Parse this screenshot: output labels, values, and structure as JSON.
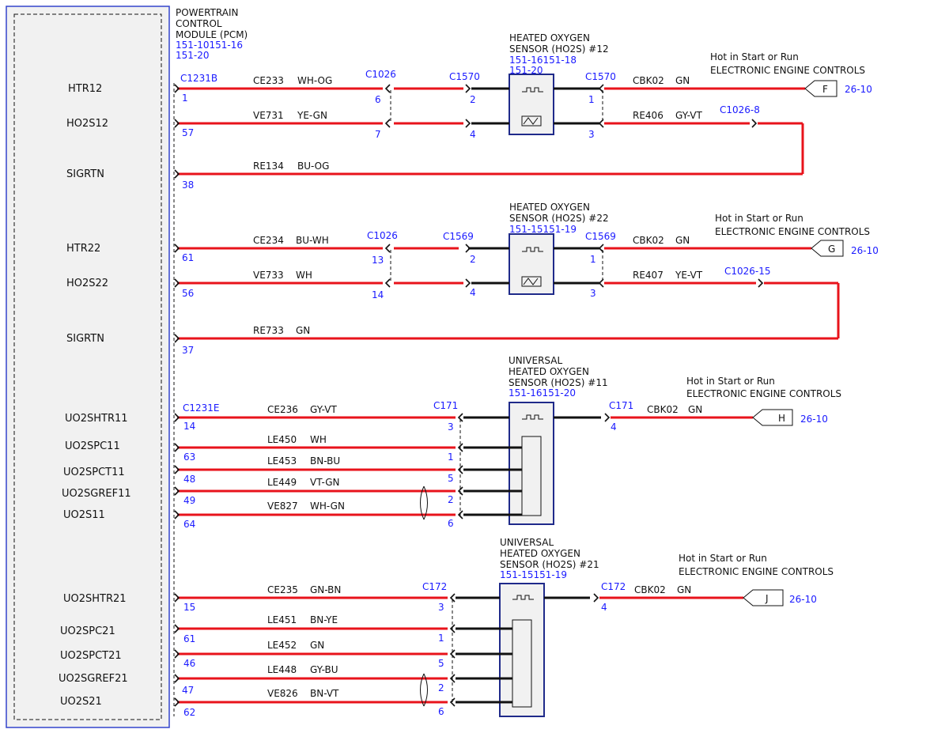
{
  "pcm": {
    "title_lines": [
      "POWERTRAIN",
      "CONTROL",
      "MODULE (PCM)"
    ],
    "refs": [
      "151-10151-16",
      "151-20"
    ]
  },
  "sections": [
    {
      "sensor": {
        "title": [
          "HEATED OXYGEN",
          "SENSOR (HO2S) #12"
        ],
        "refs": [
          "151-16151-18",
          "151-20"
        ]
      },
      "pcm_conn": "C1231B",
      "mid_conn": "C1026",
      "s_conn_l": "C1570",
      "s_conn_r": "C1570",
      "power": {
        "lines": [
          "Hot in Start or Run",
          "ELECTRONIC ENGINE CONTROLS"
        ],
        "circuit": "CBK02",
        "color": "GN",
        "pin": "1",
        "flag": "F",
        "page": "26-10"
      },
      "ret": {
        "label": "C1026-8",
        "circuit": "RE406",
        "color": "GY-VT",
        "pin": "3"
      },
      "rows": [
        {
          "signal": "HTR12",
          "pin": "1",
          "circuit": "CE233",
          "color": "WH-OG",
          "mid_pin": "6",
          "s_pin": "2"
        },
        {
          "signal": "HO2S12",
          "pin": "57",
          "circuit": "VE731",
          "color": "YE-GN",
          "mid_pin": "7",
          "s_pin": "4"
        },
        {
          "signal": "SIGRTN",
          "pin": "38",
          "circuit": "RE134",
          "color": "BU-OG"
        }
      ]
    },
    {
      "sensor": {
        "title": [
          "HEATED OXYGEN",
          "SENSOR (HO2S) #22"
        ],
        "refs": [
          "151-15151-19"
        ]
      },
      "mid_conn": "C1026",
      "s_conn_l": "C1569",
      "s_conn_r": "C1569",
      "power": {
        "lines": [
          "Hot in Start or Run",
          "ELECTRONIC ENGINE CONTROLS"
        ],
        "circuit": "CBK02",
        "color": "GN",
        "pin": "1",
        "flag": "G",
        "page": "26-10"
      },
      "ret": {
        "label": "C1026-15",
        "circuit": "RE407",
        "color": "YE-VT",
        "pin": "3"
      },
      "rows": [
        {
          "signal": "HTR22",
          "pin": "61",
          "circuit": "CE234",
          "color": "BU-WH",
          "mid_pin": "13",
          "s_pin": "2"
        },
        {
          "signal": "HO2S22",
          "pin": "56",
          "circuit": "VE733",
          "color": "WH",
          "mid_pin": "14",
          "s_pin": "4"
        },
        {
          "signal": "SIGRTN",
          "pin": "37",
          "circuit": "RE733",
          "color": "GN"
        }
      ]
    },
    {
      "sensor": {
        "title": [
          "UNIVERSAL",
          "HEATED OXYGEN",
          "SENSOR (HO2S) #11"
        ],
        "refs": [
          "151-16151-20"
        ]
      },
      "pcm_conn": "C1231E",
      "s_conn": "C171",
      "out_conn": "C171",
      "power": {
        "lines": [
          "Hot in Start or Run",
          "ELECTRONIC ENGINE CONTROLS"
        ],
        "circuit": "CBK02",
        "color": "GN",
        "pin": "4",
        "flag": "H",
        "page": "26-10"
      },
      "rows": [
        {
          "signal": "UO2SHTR11",
          "pin": "14",
          "circuit": "CE236",
          "color": "GY-VT",
          "s_pin": "3"
        },
        {
          "signal": "UO2SPC11",
          "pin": "63",
          "circuit": "LE450",
          "color": "WH",
          "s_pin": "1"
        },
        {
          "signal": "UO2SPCT11",
          "pin": "48",
          "circuit": "LE453",
          "color": "BN-BU",
          "s_pin": "5"
        },
        {
          "signal": "UO2SGREF11",
          "pin": "49",
          "circuit": "LE449",
          "color": "VT-GN",
          "s_pin": "2"
        },
        {
          "signal": "UO2S11",
          "pin": "64",
          "circuit": "VE827",
          "color": "WH-GN",
          "s_pin": "6"
        }
      ]
    },
    {
      "sensor": {
        "title": [
          "UNIVERSAL",
          "HEATED OXYGEN",
          "SENSOR (HO2S) #21"
        ],
        "refs": [
          "151-15151-19"
        ]
      },
      "s_conn": "C172",
      "out_conn": "C172",
      "power": {
        "lines": [
          "Hot in Start or Run",
          "ELECTRONIC ENGINE CONTROLS"
        ],
        "circuit": "CBK02",
        "color": "GN",
        "pin": "4",
        "flag": "J",
        "page": "26-10"
      },
      "rows": [
        {
          "signal": "UO2SHTR21",
          "pin": "15",
          "circuit": "CE235",
          "color": "GN-BN",
          "s_pin": "3"
        },
        {
          "signal": "UO2SPC21",
          "pin": "61",
          "circuit": "LE451",
          "color": "BN-YE",
          "s_pin": "1"
        },
        {
          "signal": "UO2SPCT21",
          "pin": "46",
          "circuit": "LE452",
          "color": "GN",
          "s_pin": "5"
        },
        {
          "signal": "UO2SGREF21",
          "pin": "47",
          "circuit": "LE448",
          "color": "GY-BU",
          "s_pin": "2"
        },
        {
          "signal": "UO2S21",
          "pin": "62",
          "circuit": "VE826",
          "color": "BN-VT",
          "s_pin": "6"
        }
      ]
    }
  ]
}
